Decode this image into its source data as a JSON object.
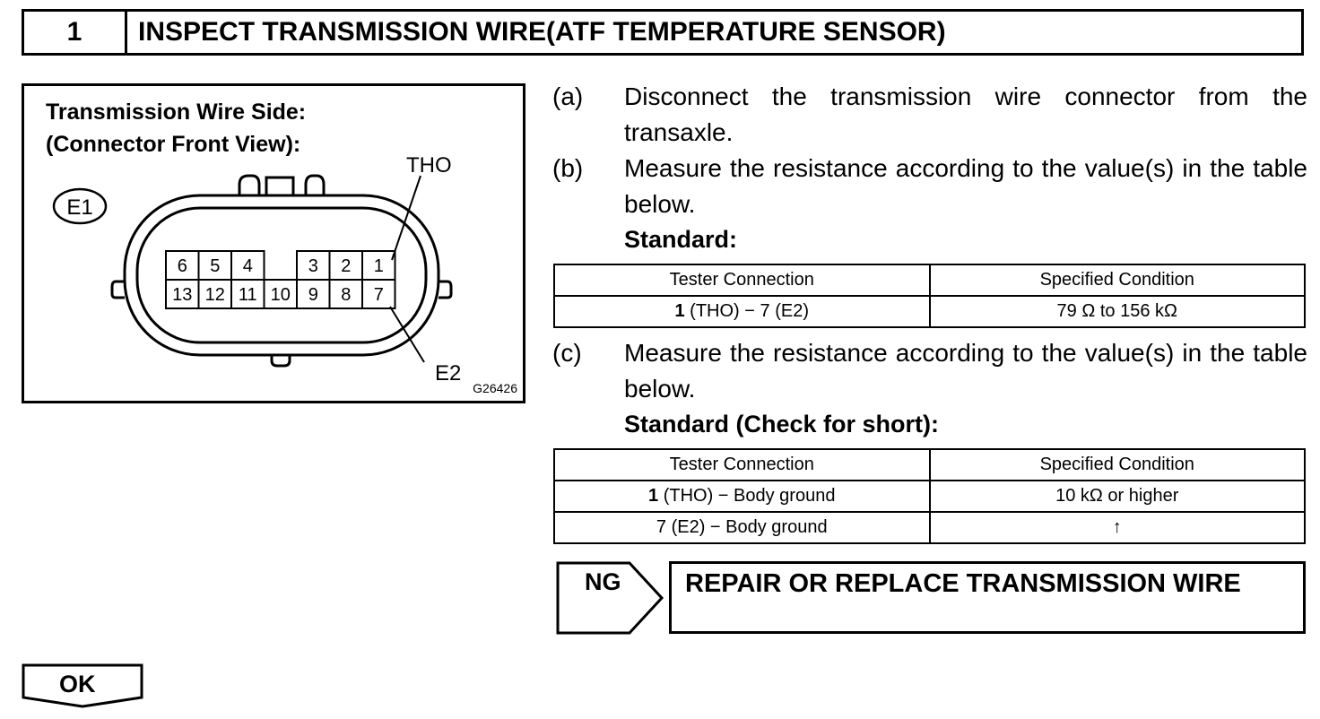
{
  "header": {
    "step_number": "1",
    "title": "INSPECT TRANSMISSION WIRE(ATF TEMPERATURE SENSOR)"
  },
  "figure": {
    "title_line1": "Transmission Wire Side:",
    "title_line2": "(Connector Front View):",
    "connector_id": "E1",
    "pin_label_top": "THO",
    "pin_label_bottom": "E2",
    "figure_code": "G26426",
    "pins_top_row": [
      "6",
      "5",
      "4",
      "",
      "3",
      "2",
      "1"
    ],
    "pins_bottom_row": [
      "13",
      "12",
      "11",
      "10",
      "9",
      "8",
      "7"
    ]
  },
  "steps": {
    "a": {
      "letter": "(a)",
      "text": "Disconnect the transmission wire connector from the transaxle."
    },
    "b": {
      "letter": "(b)",
      "text": "Measure the resistance according to the value(s) in the table below."
    },
    "c": {
      "letter": "(c)",
      "text": "Measure the resistance according to the value(s) in the table below."
    }
  },
  "standard1": {
    "label": "Standard:",
    "headers": [
      "Tester Connection",
      "Specified Condition"
    ],
    "rows": [
      {
        "pin": "1",
        "connection": " (THO) − 7 (E2)",
        "condition": "79 Ω to 156 kΩ"
      }
    ]
  },
  "standard2": {
    "label": "Standard (Check for short):",
    "headers": [
      "Tester Connection",
      "Specified Condition"
    ],
    "rows": [
      {
        "pin": "1",
        "connection": " (THO) − Body ground",
        "condition": "10 kΩ or higher"
      },
      {
        "pin": "",
        "connection": "7 (E2) − Body ground",
        "condition": "↑"
      }
    ]
  },
  "result": {
    "ng_label": "NG",
    "ng_action": "REPAIR OR REPLACE TRANSMISSION WIRE",
    "ok_label": "OK"
  }
}
